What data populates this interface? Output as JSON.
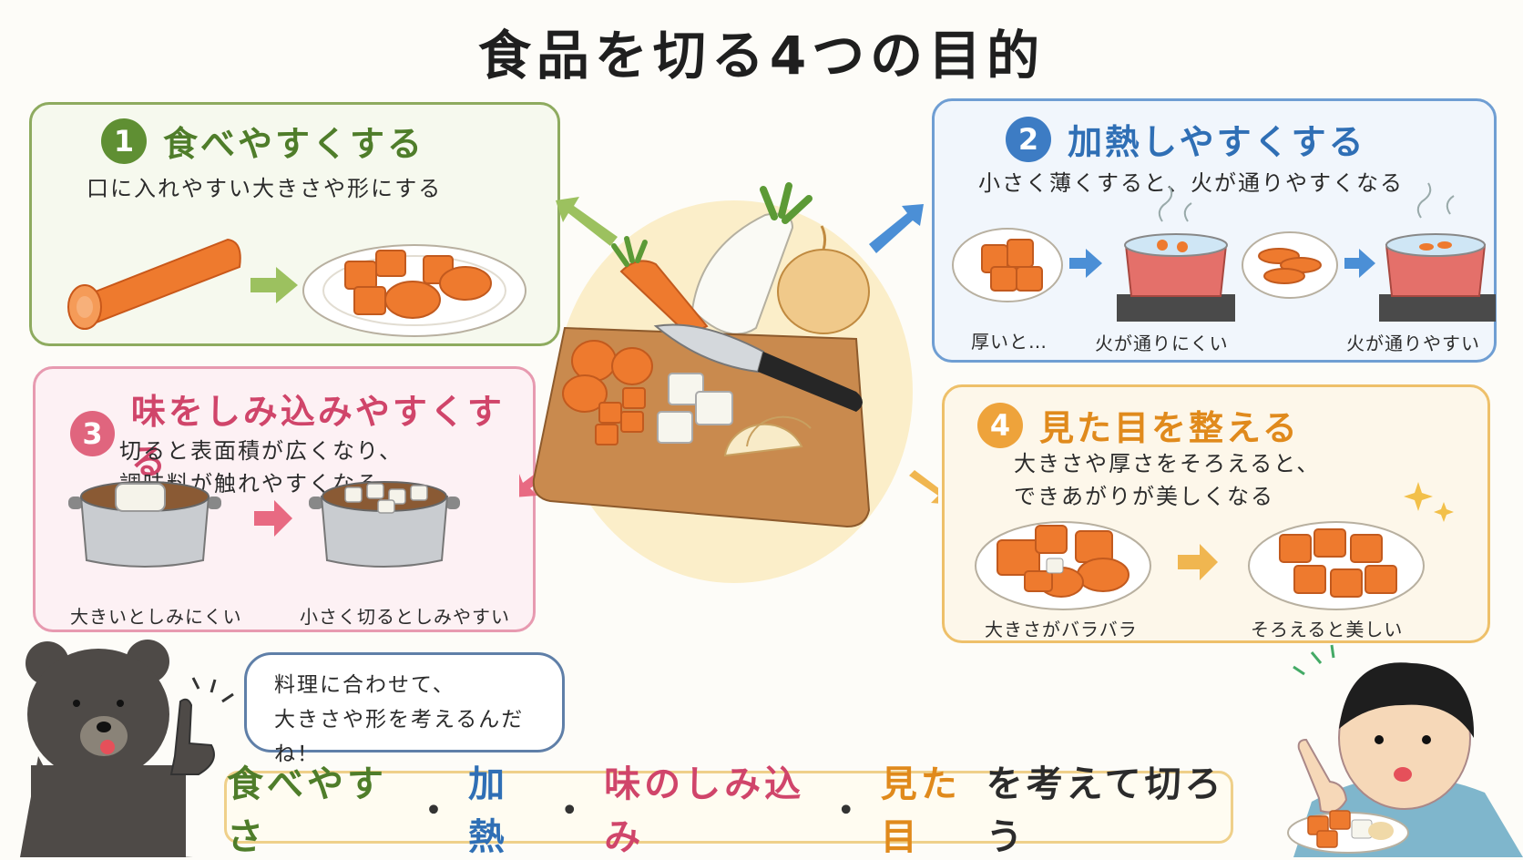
{
  "title": "食品を切る4つの目的",
  "colors": {
    "green": "#4f7d2a",
    "blue": "#2f6fb5",
    "pink": "#d0456a",
    "orange": "#e08a1c"
  },
  "cards": [
    {
      "number": "1",
      "heading": "食べやすくする",
      "desc": "口に入れやすい大きさや形にする"
    },
    {
      "number": "2",
      "heading": "加熱しやすくする",
      "desc": "小さく薄くすると、火が通りやすくなる",
      "captions": [
        "厚いと…",
        "火が通りにくい",
        "火が通りやすい"
      ]
    },
    {
      "number": "3",
      "heading": "味をしみ込みやすくする",
      "desc_lines": [
        "切ると表面積が広くなり、",
        "調味料が触れやすくなる"
      ],
      "captions": [
        "大きいとしみにくい",
        "小さく切るとしみやすい"
      ]
    },
    {
      "number": "4",
      "heading": "見た目を整える",
      "desc_lines": [
        "大きさや厚さをそろえると、",
        "できあがりが美しくなる"
      ],
      "captions": [
        "大きさがバラバラ",
        "そろえると美しい"
      ]
    }
  ],
  "bubble": {
    "line1": "料理に合わせて、",
    "line2": "大きさや形を考えるんだね！"
  },
  "bottom": {
    "part1": "食べやすさ",
    "sep": "・",
    "part2": "加熱",
    "part3": "味のしみ込み",
    "part4": "見た目",
    "tail": "を考えて切ろう"
  },
  "icons": [
    "carrot-icon",
    "daikon-icon",
    "onion-icon",
    "cutting-board-icon",
    "knife-icon",
    "plate-icon",
    "pot-icon",
    "stove-icon",
    "steam-icon",
    "sparkle-icon",
    "arrow-icon",
    "bear-icon",
    "boy-icon"
  ]
}
